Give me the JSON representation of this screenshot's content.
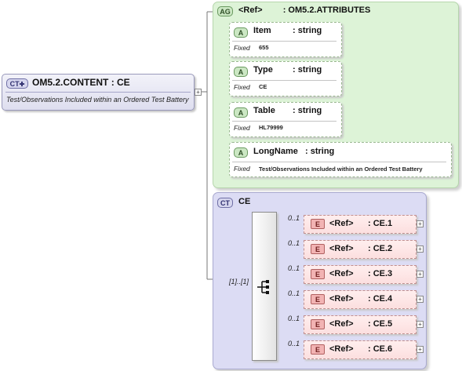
{
  "root": {
    "badge": "CT",
    "name": "OM5.2.CONTENT",
    "type": ": CE",
    "documentation": "Test/Observations Included within an Ordered Test Battery"
  },
  "attribute_group": {
    "badge": "AG",
    "ref": "<Ref>",
    "type": ": OM5.2.ATTRIBUTES",
    "attributes": [
      {
        "badge": "A",
        "name": "Item",
        "type": ": string",
        "fixed_label": "Fixed",
        "fixed_value": "655"
      },
      {
        "badge": "A",
        "name": "Type",
        "type": ": string",
        "fixed_label": "Fixed",
        "fixed_value": "CE"
      },
      {
        "badge": "A",
        "name": "Table",
        "type": ": string",
        "fixed_label": "Fixed",
        "fixed_value": "HL79999"
      },
      {
        "badge": "A",
        "name": "LongName",
        "type": ": string",
        "fixed_label": "Fixed",
        "fixed_value": "Test/Observations Included within an Ordered Test Battery"
      }
    ]
  },
  "complex_type": {
    "badge": "CT",
    "name": "CE",
    "sequence_multiplicity": "[1]..[1]",
    "elements": [
      {
        "badge": "E",
        "ref": "<Ref>",
        "type": ": CE.1",
        "multiplicity": "0..1"
      },
      {
        "badge": "E",
        "ref": "<Ref>",
        "type": ": CE.2",
        "multiplicity": "0..1"
      },
      {
        "badge": "E",
        "ref": "<Ref>",
        "type": ": CE.3",
        "multiplicity": "0..1"
      },
      {
        "badge": "E",
        "ref": "<Ref>",
        "type": ": CE.4",
        "multiplicity": "0..1"
      },
      {
        "badge": "E",
        "ref": "<Ref>",
        "type": ": CE.5",
        "multiplicity": "0..1"
      },
      {
        "badge": "E",
        "ref": "<Ref>",
        "type": ": CE.6",
        "multiplicity": "0..1"
      }
    ]
  },
  "icons": {
    "expand": "+",
    "plus_box": "plus-box-icon",
    "sequence": "sequence-icon",
    "complex_type": "complex-type-icon"
  }
}
